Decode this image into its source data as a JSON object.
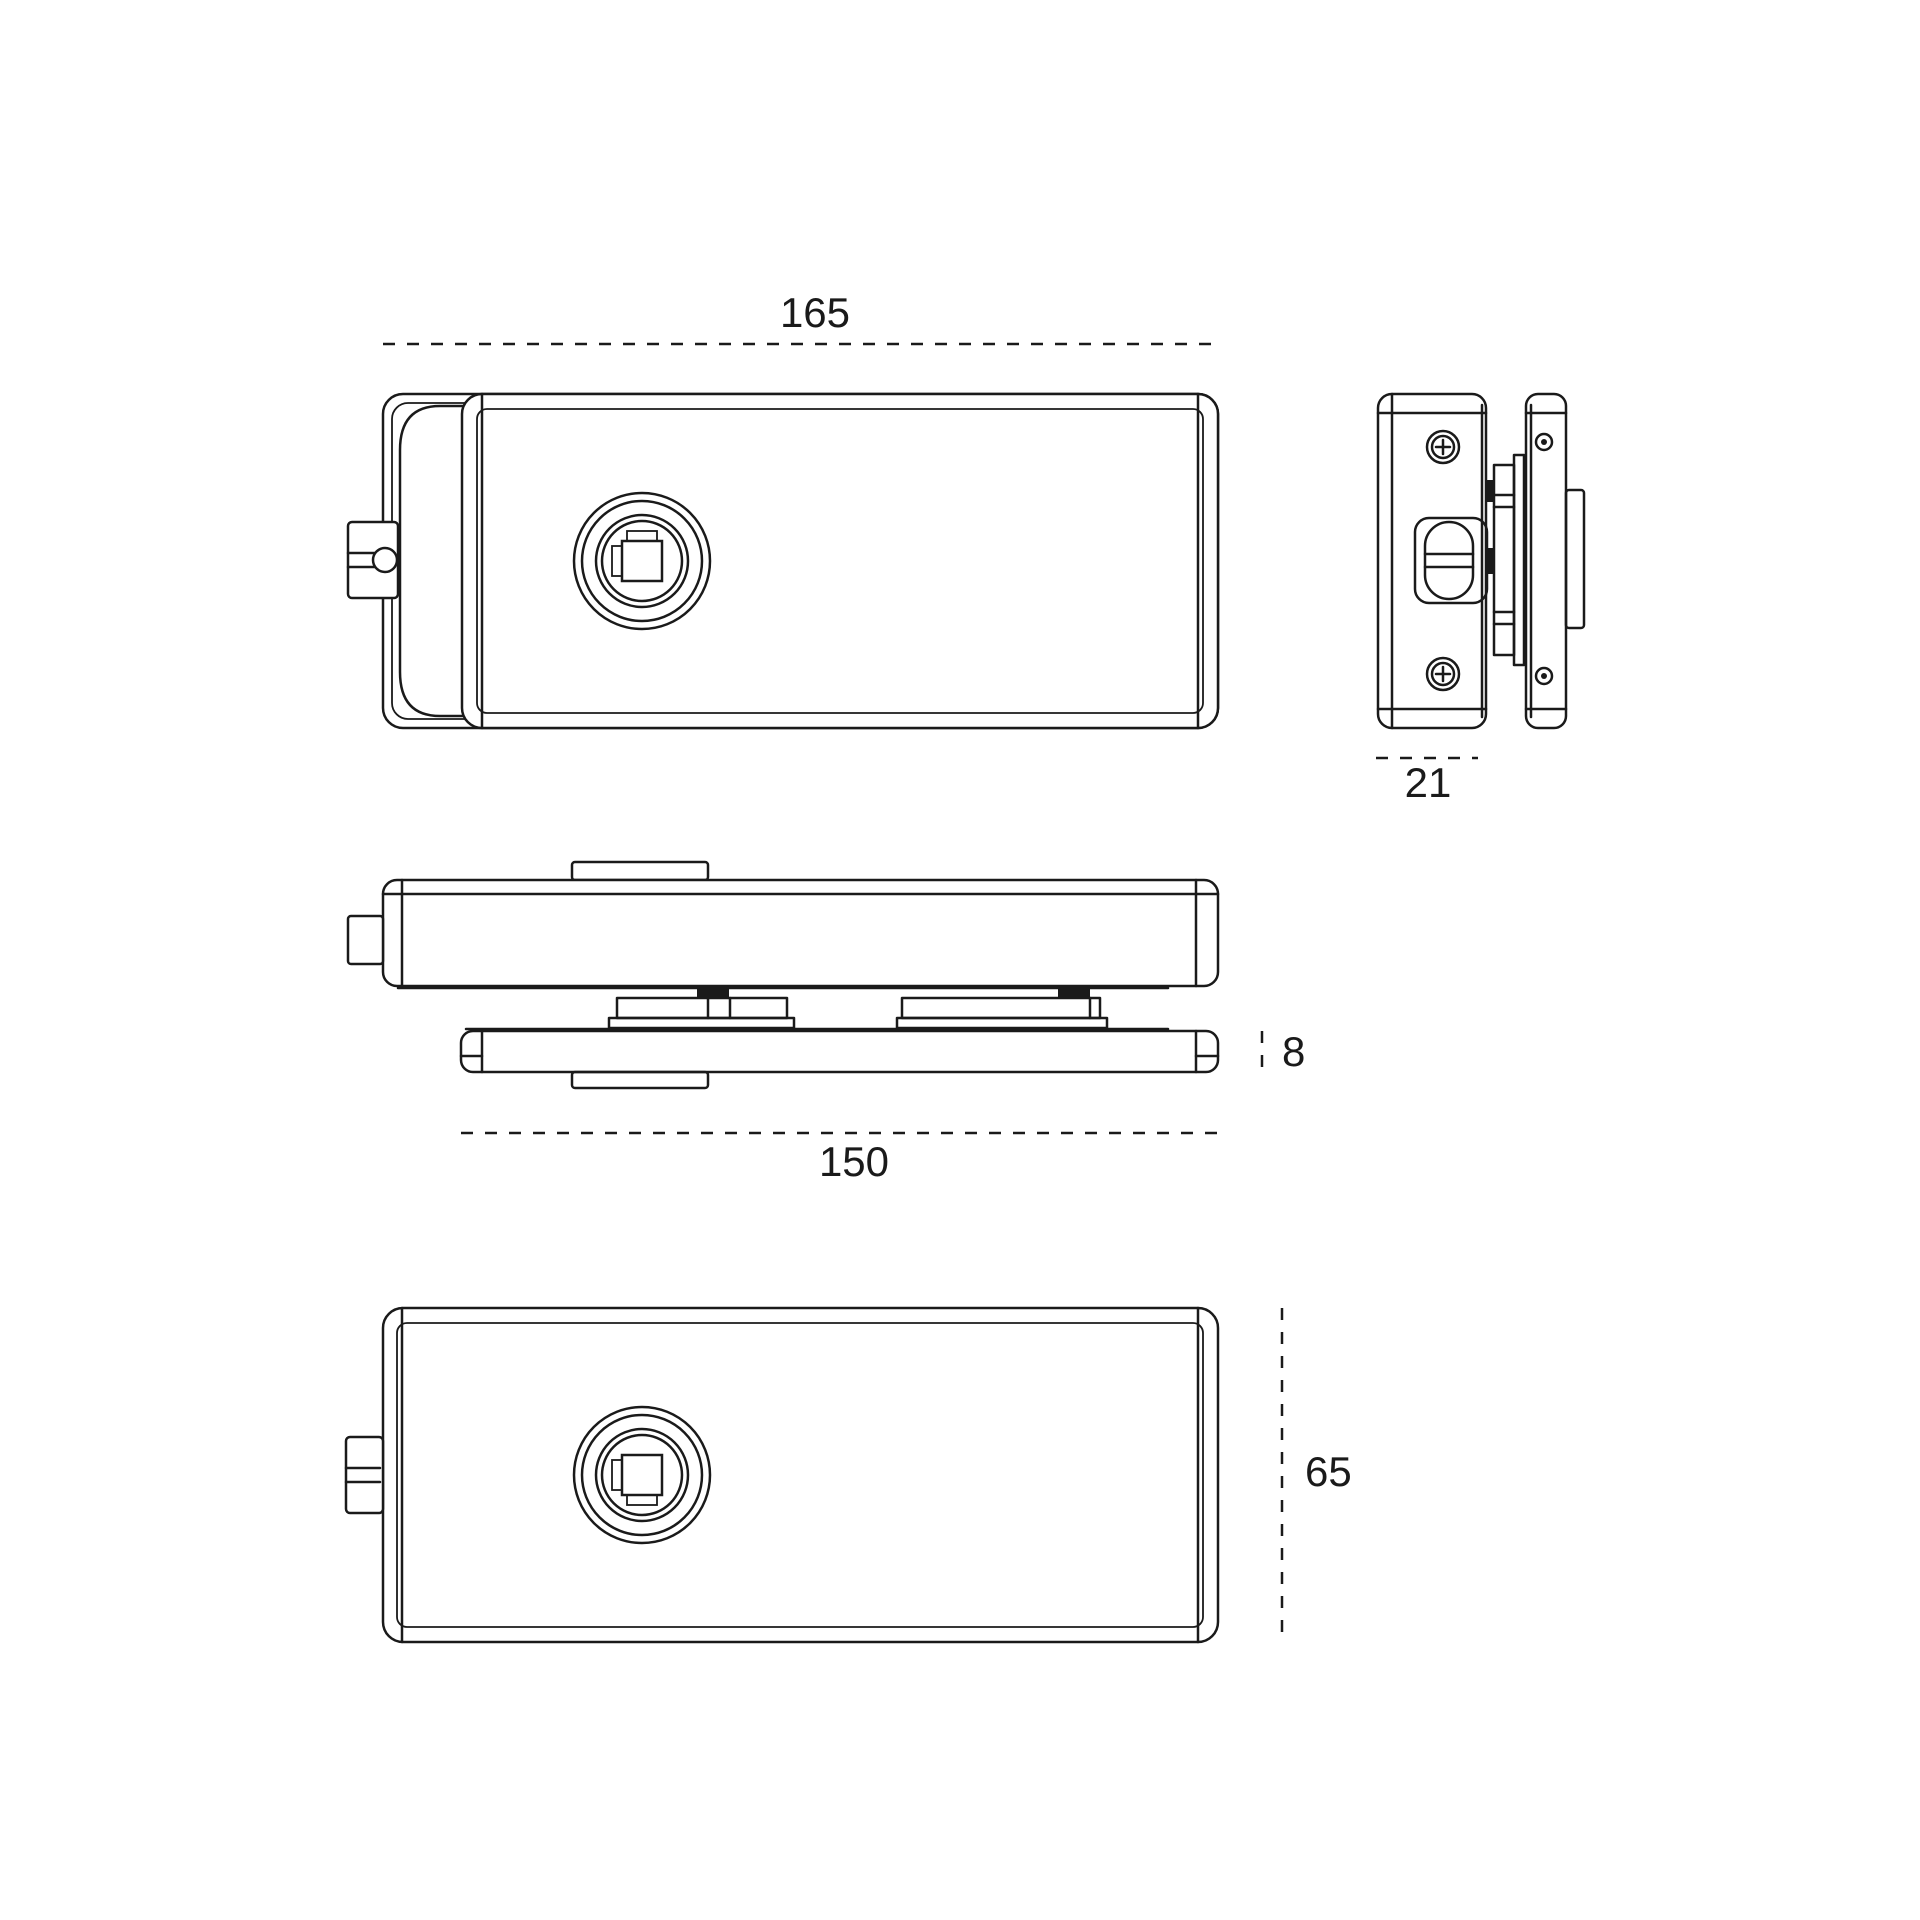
{
  "dimensions": {
    "length_total": "165",
    "depth": "21",
    "glass_thickness": "8",
    "length_plate": "150",
    "height": "65"
  }
}
